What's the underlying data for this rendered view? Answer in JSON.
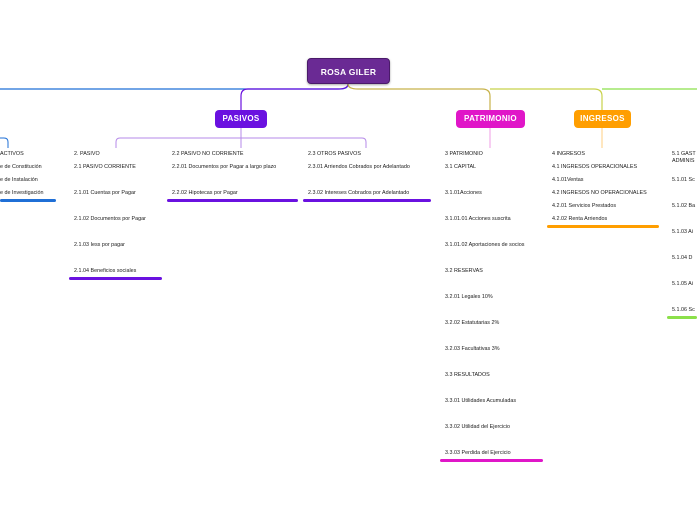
{
  "root": {
    "label": "ROSA GILER"
  },
  "branches": {
    "activos": {
      "color": "#1f6fd6",
      "items": [
        "ACTIVOS",
        "e de Constitución",
        "e de Instalación",
        "e de Investigación"
      ]
    },
    "pasivos": {
      "label": "PASIVOS",
      "color": "#6a11e0",
      "col1": [
        "2. PASIVO",
        "2.1 PASIVO CORRIENTE",
        "2.1.01 Cuentas por Pagar",
        "2.1.02 Documentos por Pagar",
        "2.1.03 Iess por pagar",
        "2.1.04 Beneficios sociales"
      ],
      "col2": [
        "2.2 PASIVO NO CORRIENTE",
        "2.2.01 Documentos por Pagar a largo plazo",
        "2.2.02 Hipotecas por Pagar"
      ],
      "col3": [
        "2.3 OTROS PASIVOS",
        "2.3.01 Arriendos Cobrados por Adelantado",
        "2.3.02 Intereses Cobrados por Adelantado"
      ]
    },
    "patrimonio": {
      "label": "PATRIMONIO",
      "color": "#e016c8",
      "items": [
        "3 PATRIMONIO",
        "3.1 CAPITAL",
        "3.1.01Acciones",
        "3.1.01.01 Acciones suscrita",
        "3.1.01.02 Aportaciones de socios",
        "3.2 RESERVAS",
        "3.2.01 Legales 10%",
        "3.2.02 Estatutarias 2%",
        "3.2.03 Facultativas 3%",
        "3.3 RESULTADOS",
        "3.3.01 Utilidades Acumuladas",
        "3.3.02 Utilidad del Ejercicio",
        "3.3.03 Perdida del Ejercicio"
      ]
    },
    "ingresos": {
      "label": "INGRESOS",
      "color": "#ff9e00",
      "items": [
        "4 INGRESOS",
        "4.1 INGRESOS OPERACIONALES",
        "4.1.01Ventas",
        "4.2 INGRESOS NO OPERACIONALES",
        "4.2.01 Servicios Prestados",
        "4.2.02 Renta Arriendos"
      ]
    },
    "gastos": {
      "color": "#8be04a",
      "items": [
        "5.1 GAST",
        "ADMINIS",
        "5.1.01 Sc",
        "5.1.02 Ba",
        "5.1.03 Ai",
        "5.1.04 D",
        "5.1.05 Ai",
        "5.1.06 Sc"
      ]
    }
  }
}
